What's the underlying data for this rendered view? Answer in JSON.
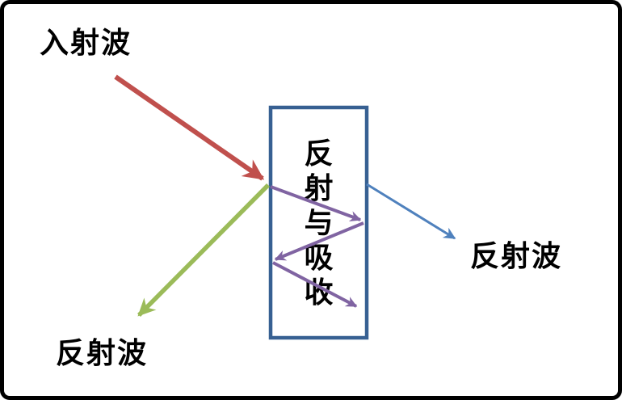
{
  "diagram": {
    "title_hint": "wave reflection and absorption diagram",
    "labels": {
      "incident_wave": "入射波",
      "reflected_wave_left": "反射波",
      "reflected_wave_right": "反射波"
    },
    "box": {
      "full_text": "反射与吸收",
      "lines": [
        "反",
        "射",
        "与",
        "吸",
        "收"
      ]
    },
    "colors": {
      "incident_arrow": "#C0504D",
      "reflected_arrow": "#9BBB59",
      "internal_bounce_arrow": "#8064A2",
      "exit_arrow": "#4F81BD",
      "box_border": "#376092",
      "box_fill": "#FFFFFF",
      "frame_border": "#000000",
      "text": "#000000"
    }
  }
}
